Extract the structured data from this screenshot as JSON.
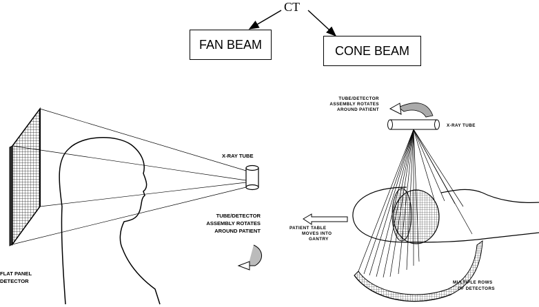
{
  "diagram": {
    "root_label": "CT",
    "branches": [
      "FAN BEAM",
      "CONE BEAM"
    ]
  },
  "fan_beam_figure": {
    "detector_label": [
      "FLAT PANEL",
      "DETECTOR"
    ],
    "tube_label": "X-RAY TUBE",
    "rotation_label": [
      "TUBE/DETECTOR",
      "ASSEMBLY ROTATES",
      "AROUND PATIENT"
    ]
  },
  "cone_beam_figure": {
    "rotation_label": [
      "TUBE/DETECTOR",
      "ASSEMBLY ROTATES",
      "AROUND PATIENT"
    ],
    "tube_label": "X-RAY TUBE",
    "table_label": [
      "PATIENT TABLE",
      "MOVES INTO",
      "GANTRY"
    ],
    "detector_rows_label": [
      "MULTIPLE ROWS",
      "OF DETECTORS"
    ]
  }
}
